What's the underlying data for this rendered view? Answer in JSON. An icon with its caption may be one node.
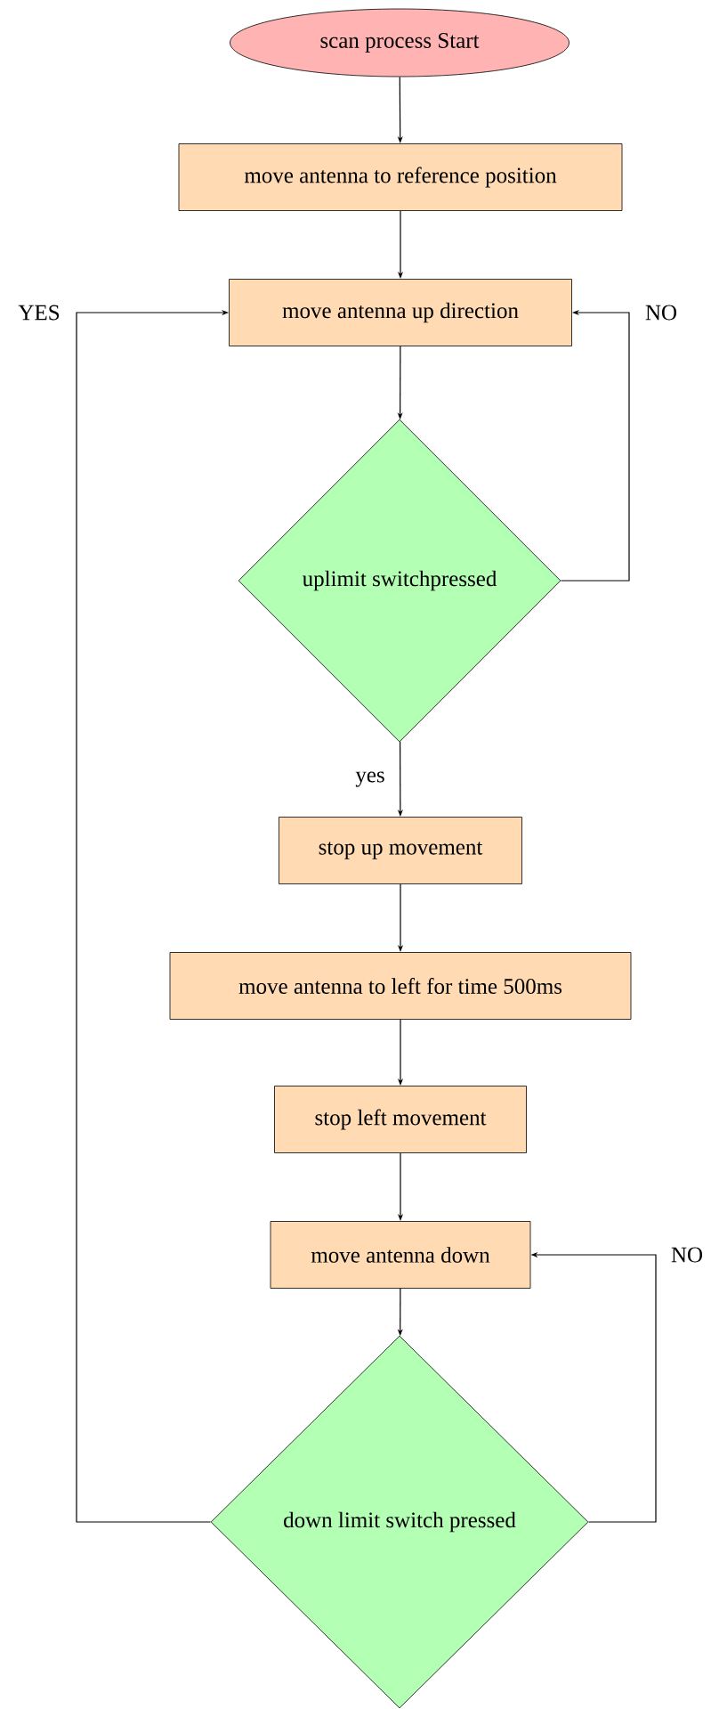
{
  "diagram": {
    "nodes": [
      {
        "text": [
          "scan process Start"
        ]
      },
      {
        "text": [
          "move antenna to reference position"
        ]
      },
      {
        "text": [
          "move antenna up direction"
        ]
      },
      {
        "text": [
          "uplimit switchpressed"
        ]
      },
      {
        "text": [
          "stop up movement"
        ]
      },
      {
        "text": [
          "move antenna to left for time 500ms"
        ]
      },
      {
        "text": [
          "stop left movement"
        ]
      },
      {
        "text": [
          "move antenna down"
        ]
      },
      {
        "text": [
          "down limit switch pressed"
        ]
      }
    ],
    "edges": [
      {
        "from": 0,
        "to": 1,
        "arrow": "to"
      },
      {
        "from": 1,
        "to": 2,
        "arrow": "to"
      },
      {
        "from": 2,
        "to": 3,
        "arrow": "to"
      },
      {
        "from": 3,
        "to": 4,
        "arrow": "to",
        "label": "yes"
      },
      {
        "from": 3,
        "to": 2,
        "arrow": "to",
        "label": "NO"
      },
      {
        "from": 4,
        "to": 5,
        "arrow": "to"
      },
      {
        "from": 5,
        "to": 6,
        "arrow": "to"
      },
      {
        "from": 6,
        "to": 7,
        "arrow": "to"
      },
      {
        "from": 7,
        "to": 8,
        "arrow": "to"
      },
      {
        "from": 8,
        "to": 7,
        "arrow": "to",
        "label": "NO"
      },
      {
        "from": 8,
        "to": 2,
        "arrow": "to",
        "label": "YES"
      }
    ]
  }
}
